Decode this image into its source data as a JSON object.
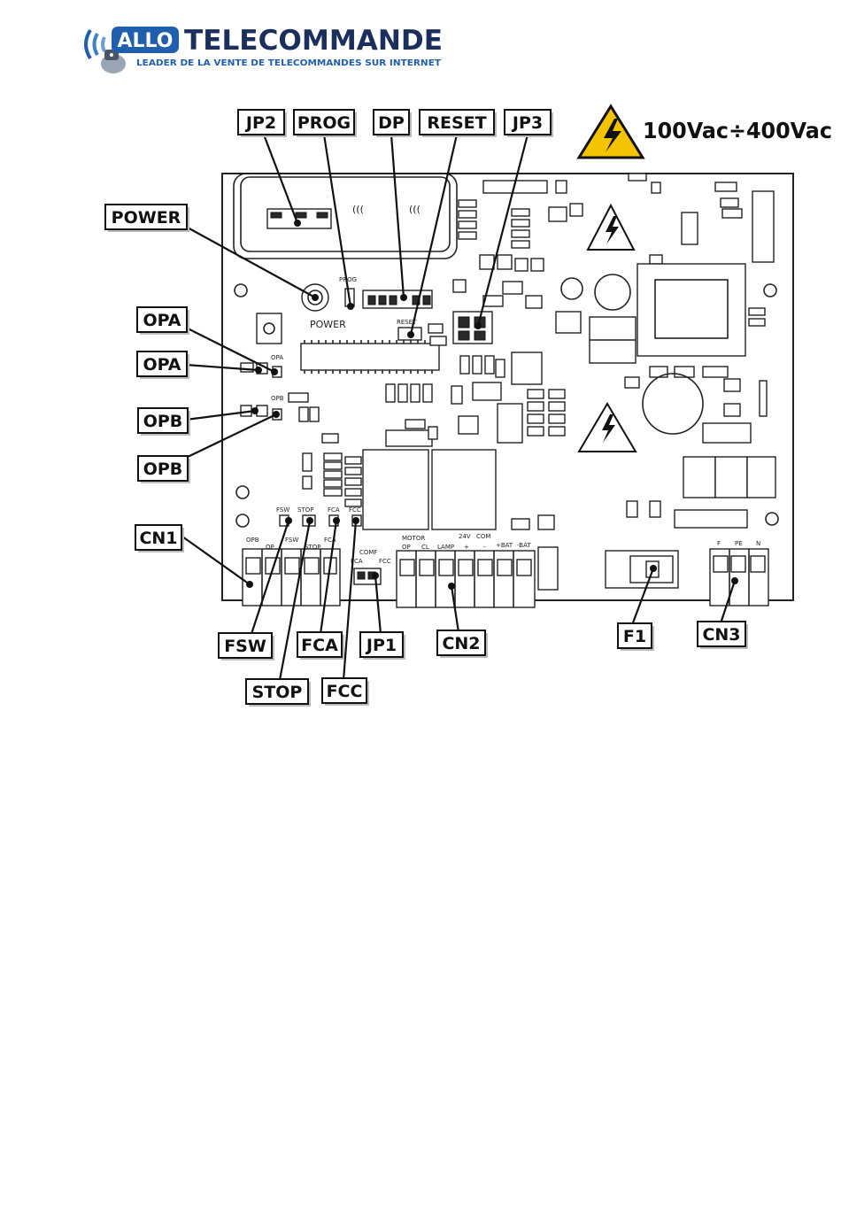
{
  "logo": {
    "badge_text": "ALLO",
    "brand_text": "TELECOMMANDE",
    "tagline": "LEADER DE LA VENTE DE TELECOMMANDES SUR INTERNET",
    "badge_color": "#1f5fae",
    "brand_color": "#1b2f5c"
  },
  "warning": {
    "voltage_text": "100Vac÷400Vac",
    "triangle_color": "#f5c400"
  },
  "callouts": {
    "jp2": "JP2",
    "prog": "PROG",
    "dp": "DP",
    "reset": "RESET",
    "jp3": "JP3",
    "power": "POWER",
    "opa_1": "OPA",
    "opa_2": "OPA",
    "opb_1": "OPB",
    "opb_2": "OPB",
    "cn1": "CN1",
    "fsw": "FSW",
    "fca": "FCA",
    "jp1": "JP1",
    "cn2": "CN2",
    "f1": "F1",
    "cn3": "CN3",
    "stop": "STOP",
    "fcc": "FCC"
  },
  "board_labels": {
    "power": "POWER",
    "prog": "PROG",
    "reset": "RESET",
    "opa": "OPA",
    "opb": "OPB",
    "fsw": "FSW",
    "stop": "STOP",
    "fca": "FCA",
    "fcc": "FCC",
    "opb_term": "OPB",
    "op_term": "OP",
    "fsw_term": "FSW",
    "stop_term": "STOP",
    "fca_term": "FCA",
    "fca_jp": "FCA",
    "comp": "COMF",
    "fcc_jp": "FCC",
    "motor": "MOTOR",
    "op2": "OP",
    "cl": "CL",
    "lamp": "LAMP",
    "v24": "24V",
    "com": "COM",
    "plus": "+",
    "minus": "-",
    "bat_plus": "+BAT",
    "bat_minus": "-BAT",
    "f": "F",
    "pe": "PE",
    "n": "N"
  }
}
